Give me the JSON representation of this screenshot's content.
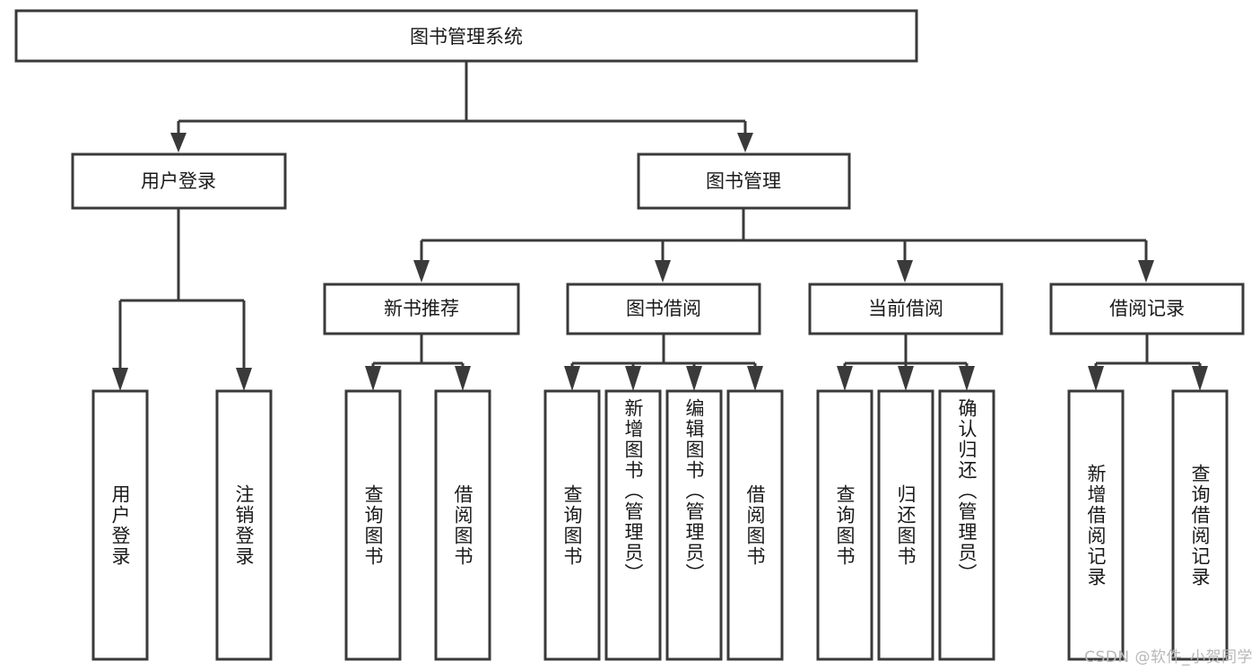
{
  "diagram": {
    "type": "tree-hierarchy",
    "title": "图书管理系统",
    "root": {
      "id": "root",
      "label": "图书管理系统"
    },
    "level2": [
      {
        "id": "user-login",
        "label": "用户登录"
      },
      {
        "id": "book-manage",
        "label": "图书管理"
      }
    ],
    "level3": [
      {
        "id": "new-book-recommend",
        "label": "新书推荐",
        "parent": "book-manage"
      },
      {
        "id": "book-borrow",
        "label": "图书借阅",
        "parent": "book-manage"
      },
      {
        "id": "current-borrow",
        "label": "当前借阅",
        "parent": "book-manage"
      },
      {
        "id": "borrow-record",
        "label": "借阅记录",
        "parent": "book-manage"
      }
    ],
    "leaves": [
      {
        "id": "leaf-user-login",
        "label": "用户登录",
        "parent": "user-login"
      },
      {
        "id": "leaf-logout-login",
        "label": "注销登录",
        "parent": "user-login"
      },
      {
        "id": "leaf-query-book-1",
        "label": "查询图书",
        "parent": "new-book-recommend"
      },
      {
        "id": "leaf-borrow-book-1",
        "label": "借阅图书",
        "parent": "new-book-recommend"
      },
      {
        "id": "leaf-query-book-2",
        "label": "查询图书",
        "parent": "book-borrow"
      },
      {
        "id": "leaf-add-book",
        "label": "新增图书（管理员）",
        "parent": "book-borrow"
      },
      {
        "id": "leaf-edit-book",
        "label": "编辑图书（管理员）",
        "parent": "book-borrow"
      },
      {
        "id": "leaf-borrow-book-2",
        "label": "借阅图书",
        "parent": "book-borrow"
      },
      {
        "id": "leaf-query-book-3",
        "label": "查询图书",
        "parent": "current-borrow"
      },
      {
        "id": "leaf-return-book",
        "label": "归还图书",
        "parent": "current-borrow"
      },
      {
        "id": "leaf-confirm-return",
        "label": "确认归还（管理员）",
        "parent": "current-borrow"
      },
      {
        "id": "leaf-add-record",
        "label": "新增借阅记录",
        "parent": "borrow-record"
      },
      {
        "id": "leaf-query-record",
        "label": "查询借阅记录",
        "parent": "borrow-record"
      }
    ],
    "colors": {
      "stroke": "#3a3a3a",
      "fill": "#ffffff",
      "text": "#1a1a1a",
      "watermark": "#b7b7b7"
    }
  },
  "watermark": {
    "text": "CSDN @软件_小贺同学"
  }
}
